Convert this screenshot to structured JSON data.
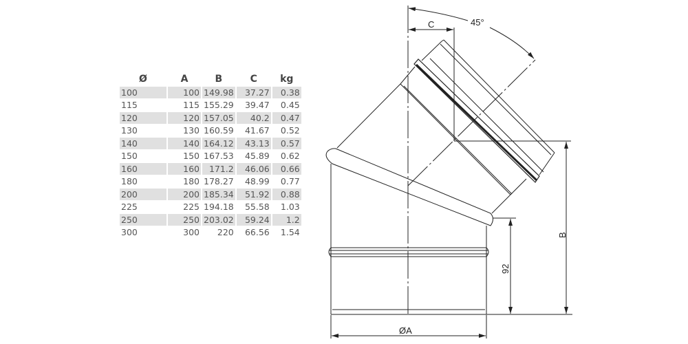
{
  "table": {
    "headers": [
      "Ø",
      "A",
      "B",
      "C",
      "kg"
    ],
    "rows": [
      [
        "100",
        "100",
        "149.98",
        "37.27",
        "0.38"
      ],
      [
        "115",
        "115",
        "155.29",
        "39.47",
        "0.45"
      ],
      [
        "120",
        "120",
        "157.05",
        "40.2",
        "0.47"
      ],
      [
        "130",
        "130",
        "160.59",
        "41.67",
        "0.52"
      ],
      [
        "140",
        "140",
        "164.12",
        "43.13",
        "0.57"
      ],
      [
        "150",
        "150",
        "167.53",
        "45.89",
        "0.62"
      ],
      [
        "160",
        "160",
        "171.2",
        "46.06",
        "0.66"
      ],
      [
        "180",
        "180",
        "178.27",
        "48.99",
        "0.77"
      ],
      [
        "200",
        "200",
        "185.34",
        "51.92",
        "0.88"
      ],
      [
        "225",
        "225",
        "194.18",
        "55.58",
        "1.03"
      ],
      [
        "250",
        "250",
        "203.02",
        "59.24",
        "1.2"
      ],
      [
        "300",
        "300",
        "220",
        "66.56",
        "1.54"
      ]
    ]
  },
  "drawing": {
    "angle_label": "45°",
    "c_label": "C",
    "b_label": "B",
    "height_label": "92",
    "diameter_label": "ØA"
  }
}
